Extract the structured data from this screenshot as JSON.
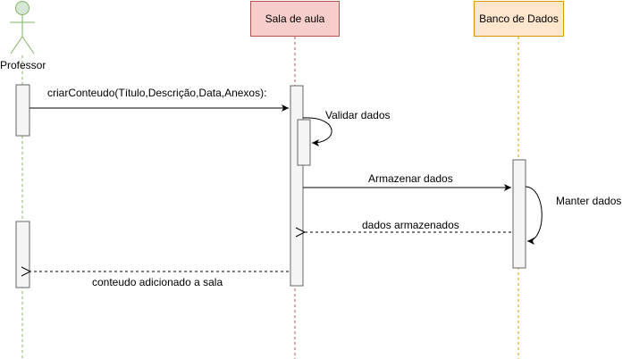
{
  "actors": {
    "professor": {
      "label": "Professor",
      "fill": "#d5e8d4",
      "stroke": "#82b366"
    },
    "sala": {
      "label": "Sala de aula",
      "fill": "#f8cecc",
      "stroke": "#b85450"
    },
    "banco": {
      "label": "Banco de Dados",
      "fill": "#ffe6cc",
      "stroke": "#d79b00"
    }
  },
  "messages": {
    "m1": "criarConteudo(Título,Descrição,Data,Anexos):",
    "m2": "Validar dados",
    "m3": "Armazenar dados",
    "m4": "Manter dados",
    "m5": "dados armazenados",
    "m6": "conteudo adicionado a sala"
  },
  "colors": {
    "activation_fill": "#f5f5f5",
    "activation_stroke": "#666666",
    "line": "#000000"
  }
}
